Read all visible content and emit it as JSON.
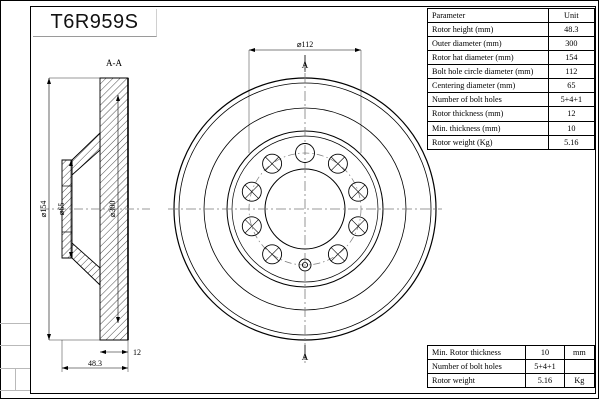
{
  "document": {
    "part_number": "T6R959S",
    "drawing_type": "brake-rotor-technical-drawing"
  },
  "spec_table": {
    "header": {
      "parameter": "Parameter",
      "unit": "Unit"
    },
    "rows": [
      {
        "parameter": "Rotor height (mm)",
        "value": "48.3"
      },
      {
        "parameter": "Outer diameter (mm)",
        "value": "300"
      },
      {
        "parameter": "Rotor hat diameter (mm)",
        "value": "154"
      },
      {
        "parameter": "Bolt hole circle diameter (mm)",
        "value": "112"
      },
      {
        "parameter": "Centering diameter (mm)",
        "value": "65"
      },
      {
        "parameter": "Number of bolt holes",
        "value": "5+4+1"
      },
      {
        "parameter": "Rotor thickness (mm)",
        "value": "12"
      },
      {
        "parameter": "Min. thickness (mm)",
        "value": "10"
      },
      {
        "parameter": "Rotor weight (Kg)",
        "value": "5.16"
      }
    ]
  },
  "summary_table": {
    "rows": [
      {
        "label": "Min. Rotor thickness",
        "value": "10",
        "unit": "mm"
      },
      {
        "label": "Number of bolt holes",
        "value": "5+4+1",
        "unit": ""
      },
      {
        "label": "Rotor weight",
        "value": "5.16",
        "unit": "Kg"
      }
    ]
  },
  "section_view": {
    "label": "A-A",
    "dimensions": {
      "hat_diameter": "⌀154",
      "centering_diameter": "⌀65",
      "rotor_height": "48.3",
      "rotor_thickness": "12"
    }
  },
  "front_view": {
    "section_marker_top": "A",
    "section_marker_bottom": "A",
    "dimensions": {
      "bolt_circle": "⌀112",
      "outer_diameter": "⌀300"
    }
  },
  "colors": {
    "line": "#000000",
    "background": "#ffffff",
    "faint_grid": "#b9b9b9",
    "hatch": "#000000"
  }
}
